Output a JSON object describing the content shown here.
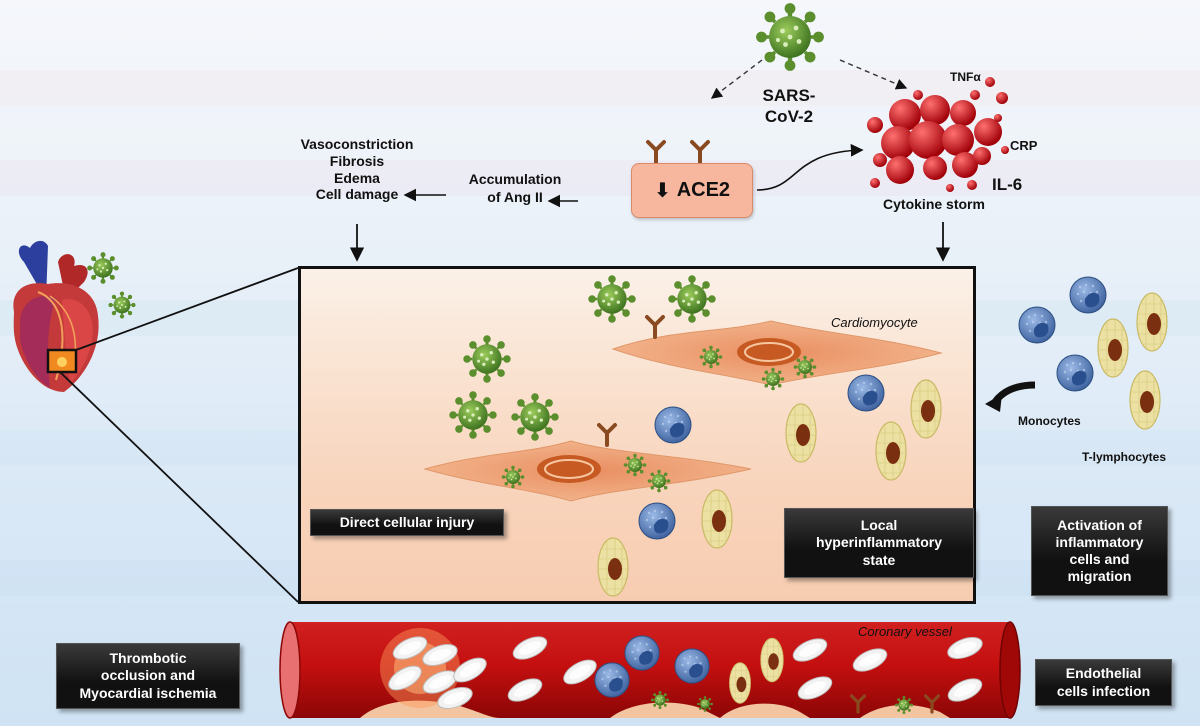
{
  "virus_label": "SARS-\nCoV-2",
  "ace2_label": "ACE2",
  "ace2_arrow": "⬇",
  "accumulation_label": "Accumulation\nof Ang II",
  "effects_label": "Vasoconstriction\nFibrosis\nEdema\nCell damage",
  "cytokines": {
    "tnf": "TNFα",
    "crp": "CRP",
    "il6": "IL-6",
    "storm": "Cytokine storm"
  },
  "panel": {
    "cardiomyocyte": "Cardiomyocyte",
    "direct_injury": "Direct cellular injury",
    "hyperinflammatory": "Local\nhyperinflammatory\nstate"
  },
  "side_cells": {
    "monocytes": "Monocytes",
    "t_lymphocytes": "T-lymphocytes",
    "activation": "Activation of\ninflammatory\ncells and\nmigration"
  },
  "vessel": {
    "label": "Coronary vessel",
    "thrombotic": "Thrombotic\nocclusion and\nMyocardial ischemia",
    "endothelial": "Endothelial\ncells infection"
  },
  "colors": {
    "virus_green": "#5b8f2e",
    "vessel_red": "#c40f0f",
    "cytokine_red": "#c81018",
    "ace2_fill": "#f7b79e",
    "monocyte_blue": "#3d6fb5",
    "lymphocyte_yellow": "#e8dc98"
  }
}
